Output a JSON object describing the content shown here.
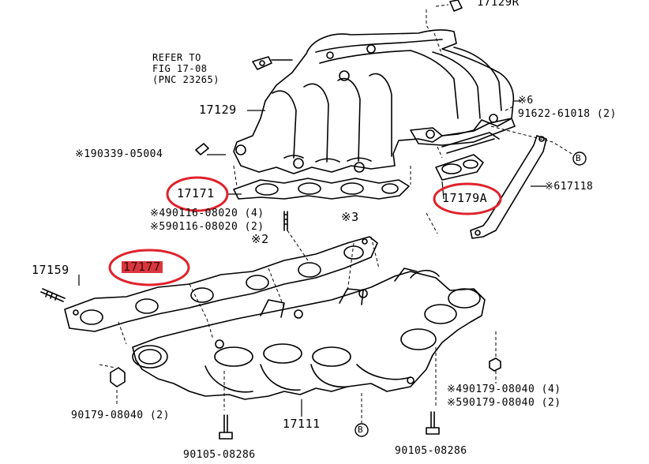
{
  "diagram": {
    "labels": {
      "part_17129R": "17129R",
      "refer_note": "REFER TO\nFIG 17-08\n(PNC 23265)",
      "part_17129": "17129",
      "part_6_mark": "※6",
      "part_91622": "91622-61018 (2)",
      "part_190339": "※190339-05004",
      "part_17171": "17171",
      "part_17179A": "17179A",
      "part_617118": "※617118",
      "part_490116": "※490116-08020 (4)",
      "part_590116": "※590116-08020 (2)",
      "part_3_mark": "※3",
      "part_2_mark": "※2",
      "part_17159": "17159",
      "part_17177": "17177",
      "part_490179": "※490179-08040 (4)",
      "part_590179": "※590179-08040 (2)",
      "part_90179": "90179-08040 (2)",
      "part_17111": "17111",
      "part_90105_left": "90105-08286",
      "part_90105_right": "90105-08286",
      "callout_b_right": "B",
      "callout_b_bottom": "B"
    },
    "colors": {
      "line": "#000000",
      "highlight_circle": "#e0222b",
      "highlight_fill": "#d9363e"
    }
  }
}
